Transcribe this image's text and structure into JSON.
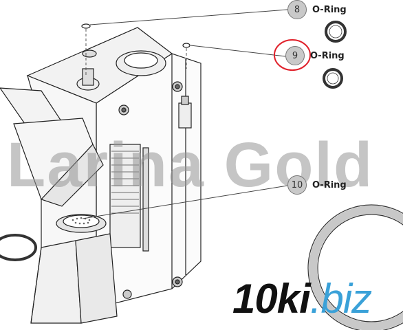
{
  "callouts": [
    {
      "number": "8",
      "label": "O-Ring"
    },
    {
      "number": "9",
      "label": "O-Ring"
    },
    {
      "number": "10",
      "label": "O-Ring"
    }
  ],
  "highlight_color": "#e0202a",
  "watermark": {
    "text": "Larina Gold"
  },
  "logo": {
    "main": "10ki",
    "tld": ".biz",
    "tld_color": "#3aa1d8"
  }
}
